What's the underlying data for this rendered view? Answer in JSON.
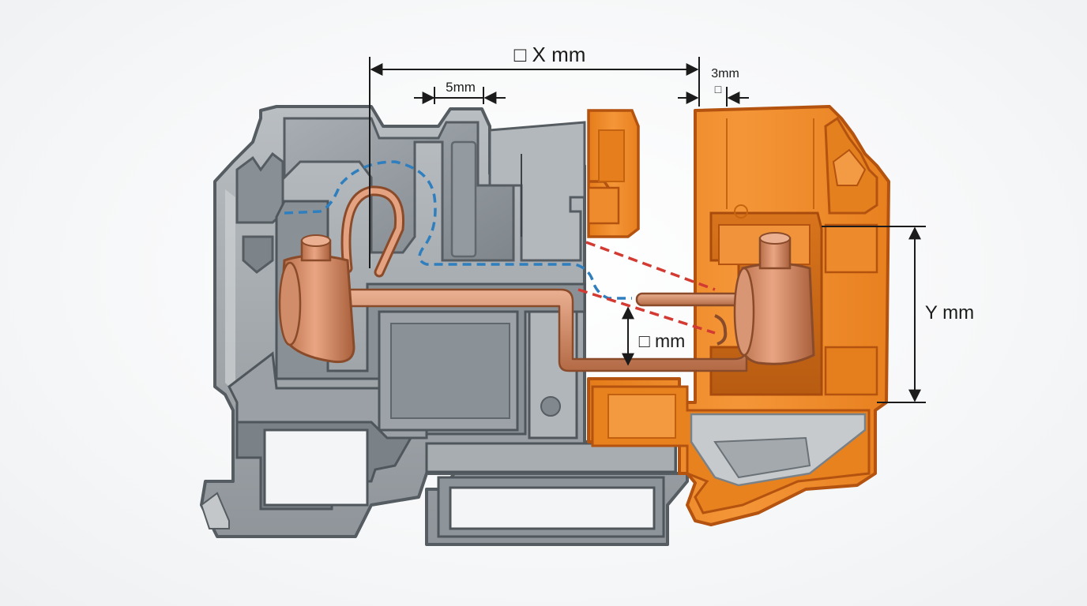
{
  "dimensions": {
    "overall_width": "□ X mm",
    "slot_width": "5mm",
    "gap_width": "3mm",
    "gap_box": "□",
    "height": "Y mm",
    "pin_height": "□ mm"
  },
  "colors": {
    "housing_gray": "#9da3a8",
    "housing_dark": "#5f666c",
    "housing_orange": "#f28c28",
    "copper": "#c8805a",
    "blue_dashed": "#2f7fbf",
    "red_dashed": "#d23a32"
  }
}
